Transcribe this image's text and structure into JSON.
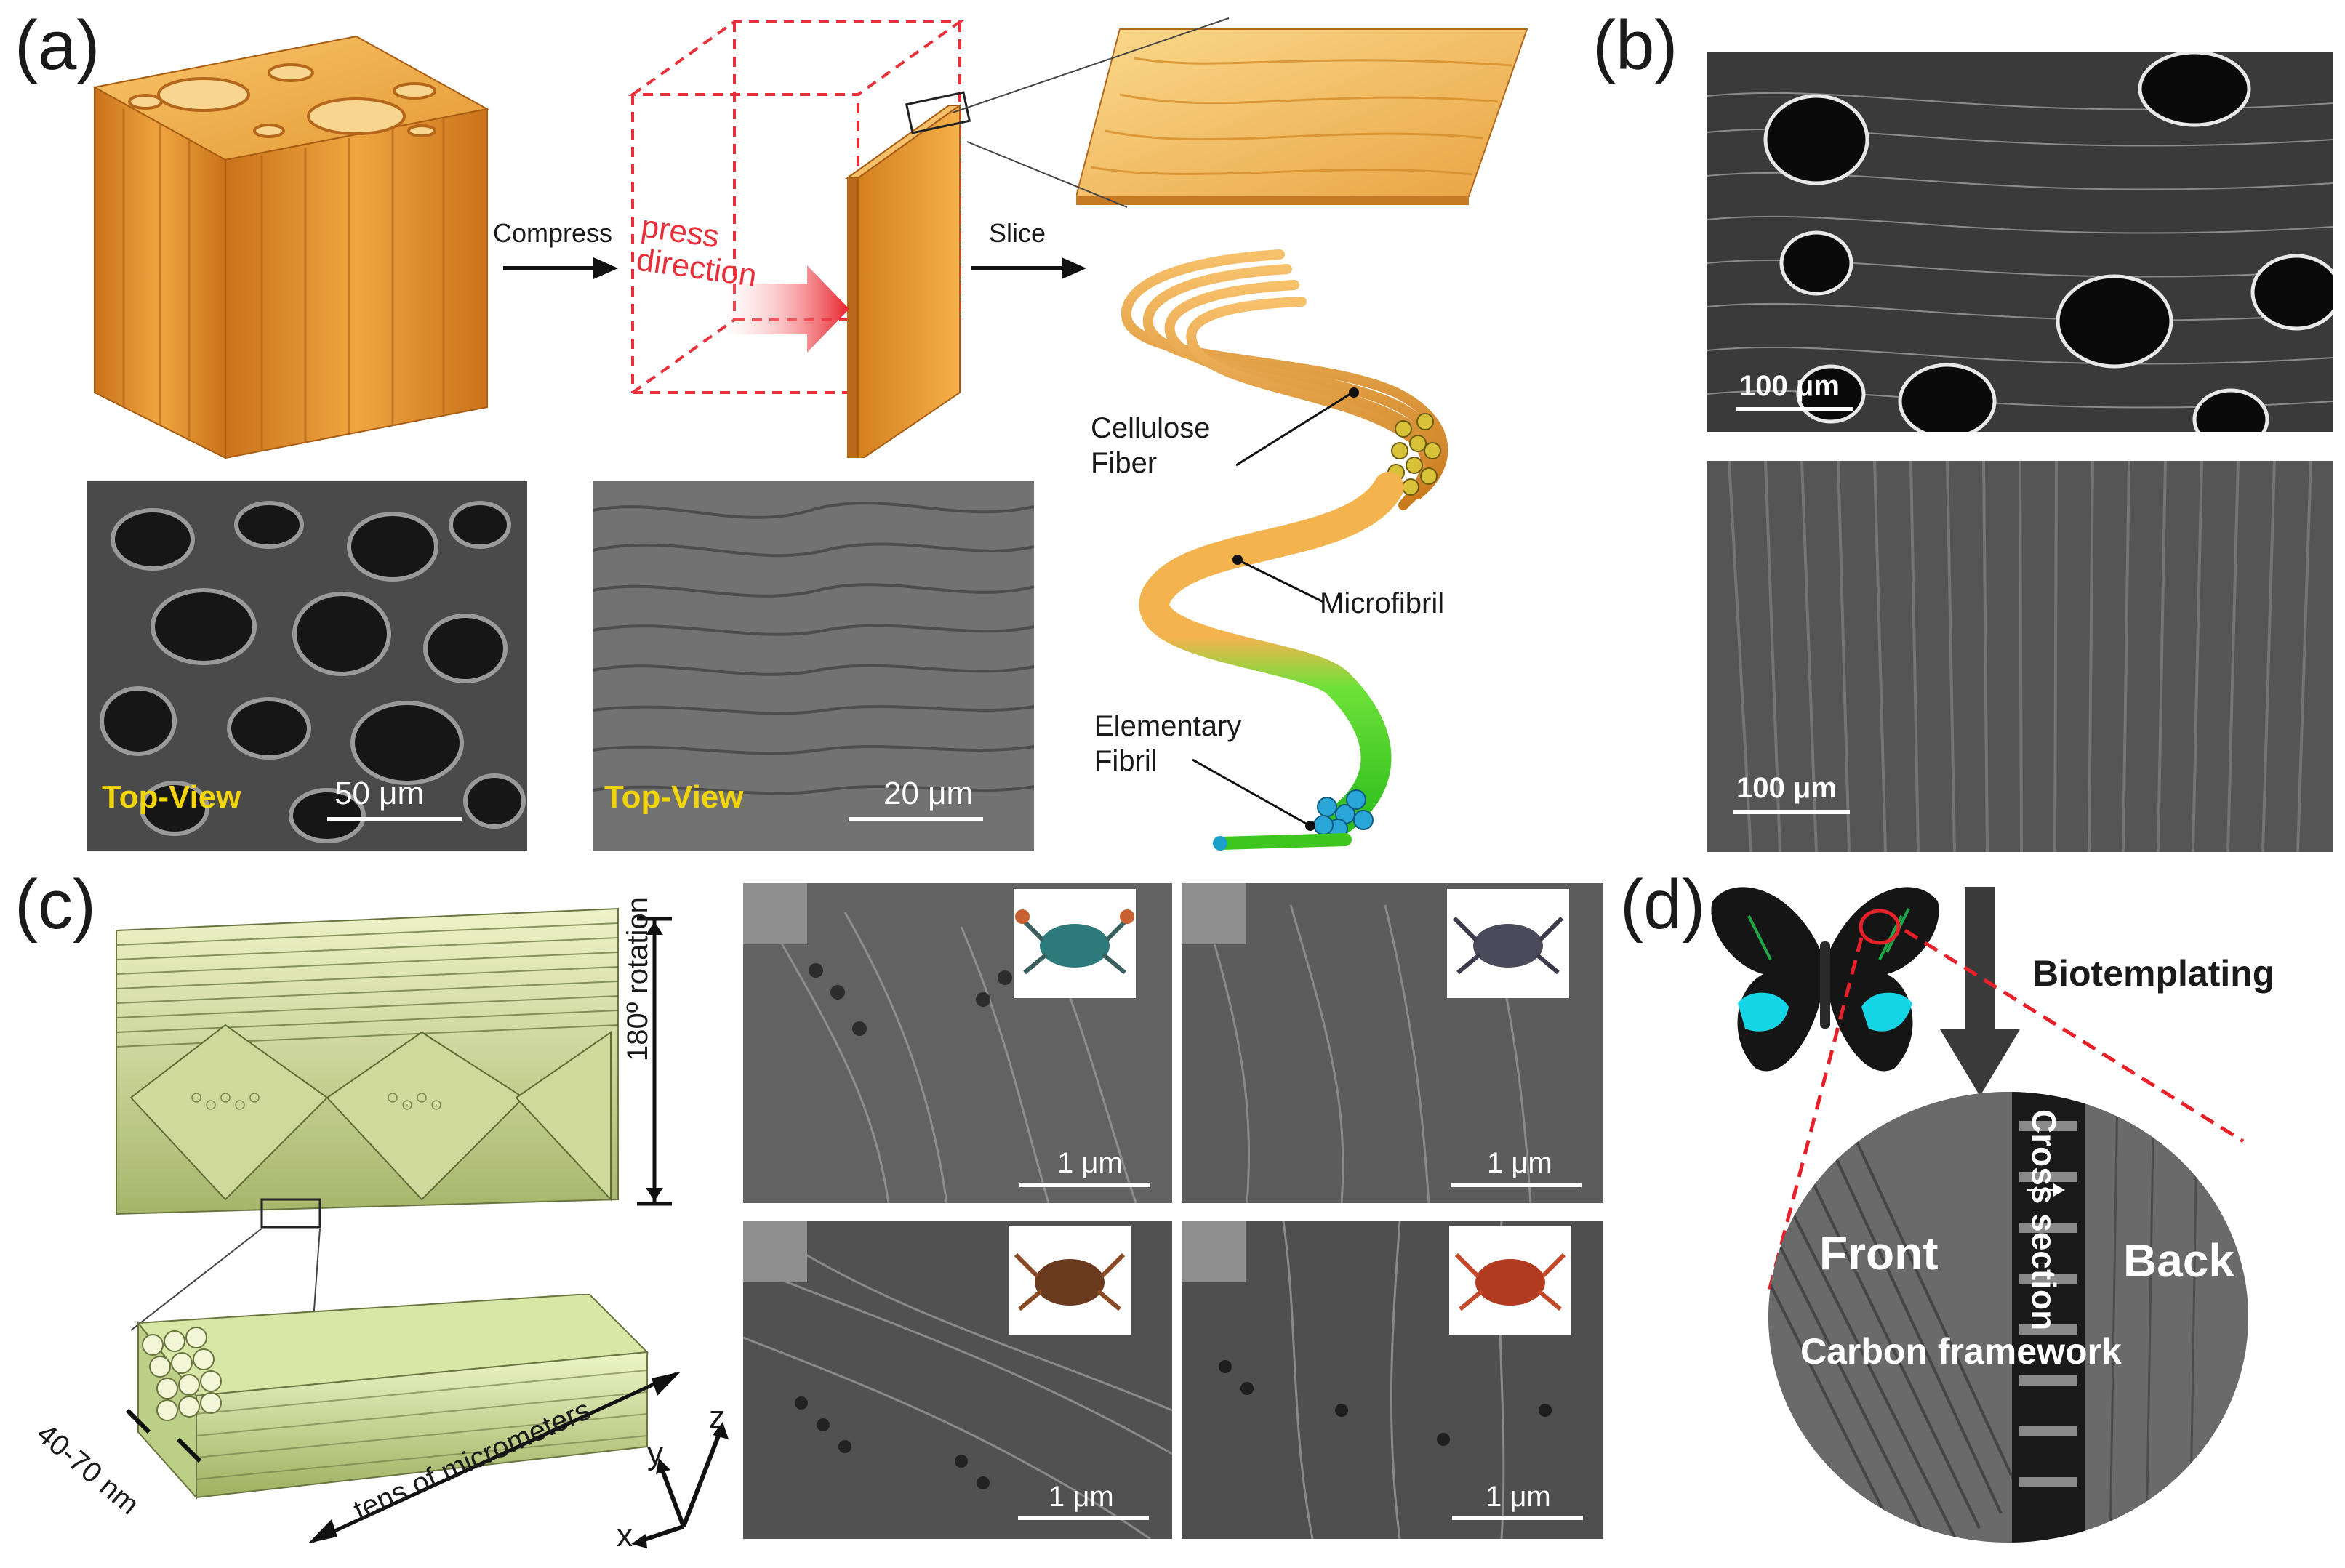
{
  "panels": {
    "a": {
      "letter": "(a)",
      "compress_label": "Compress",
      "press_label_line1": "press",
      "press_label_line2": "direction",
      "slice_label": "Slice",
      "cellulose_line1": "Cellulose",
      "cellulose_line2": "Fiber",
      "microfibril": "Microfibril",
      "elementary_line1": "Elementary",
      "elementary_line2": "Fibril",
      "sem1": {
        "view": "Top-View",
        "scale": "50 μm"
      },
      "sem2": {
        "view": "Top-View",
        "scale": "20 μm"
      }
    },
    "b": {
      "letter": "(b)",
      "sem_top_scale": "100 μm",
      "sem_bottom_scale": "100 μm"
    },
    "c": {
      "letter": "(c)",
      "rotation_label": "180º rotation",
      "diameter_label": "40-70 nm",
      "length_label": "tens of micrometers",
      "axis_z": "z",
      "axis_y": "y",
      "axis_x": "x",
      "sem_scales": [
        "1 μm",
        "1 μm",
        "1 μm",
        "1 μm"
      ]
    },
    "d": {
      "letter": "(d)",
      "biotemplating": "Biotemplating",
      "front": "Front",
      "back": "Back",
      "cross_section": "Cross section",
      "carbon_framework": "Carbon framework"
    }
  },
  "colors": {
    "wood_orange": "#e8a23a",
    "fibril_green": "#4fd02a",
    "fiber_model_green": "#c8d9a0",
    "press_red": "#e83030",
    "sem_gray": "#6a6a6a",
    "label_yellow": "#f2d40a"
  }
}
